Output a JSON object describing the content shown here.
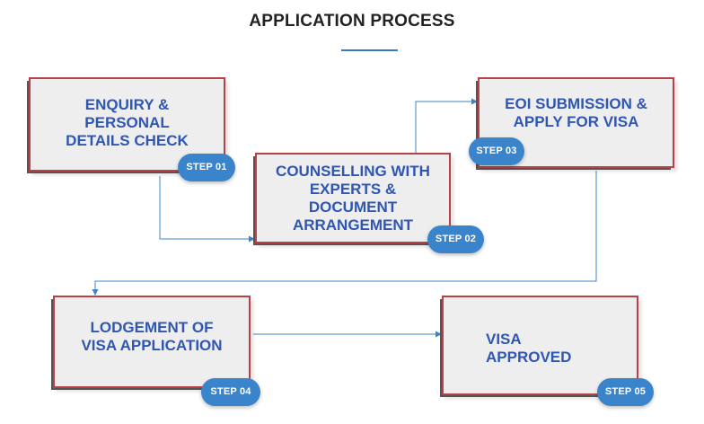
{
  "title": "APPLICATION PROCESS",
  "colors": {
    "box_fill": "#eeeeee",
    "box_border": "#b5424a",
    "text_blue": "#2f56b0",
    "badge_blue": "#3a84cc",
    "connector": "#3a84cc"
  },
  "steps": [
    {
      "lines": [
        "ENQUIRY &",
        "PERSONAL",
        "DETAILS CHECK"
      ],
      "badge": "STEP 01"
    },
    {
      "lines": [
        "COUNSELLING WITH",
        "EXPERTS &",
        "DOCUMENT",
        "ARRANGEMENT"
      ],
      "badge": "STEP 02"
    },
    {
      "lines": [
        "EOI SUBMISSION &",
        "APPLY FOR VISA"
      ],
      "badge": "STEP 03"
    },
    {
      "lines": [
        "LODGEMENT OF",
        "VISA APPLICATION"
      ],
      "badge": "STEP 04"
    },
    {
      "lines": [
        "VISA",
        "APPROVED"
      ],
      "badge": "STEP 05"
    }
  ]
}
